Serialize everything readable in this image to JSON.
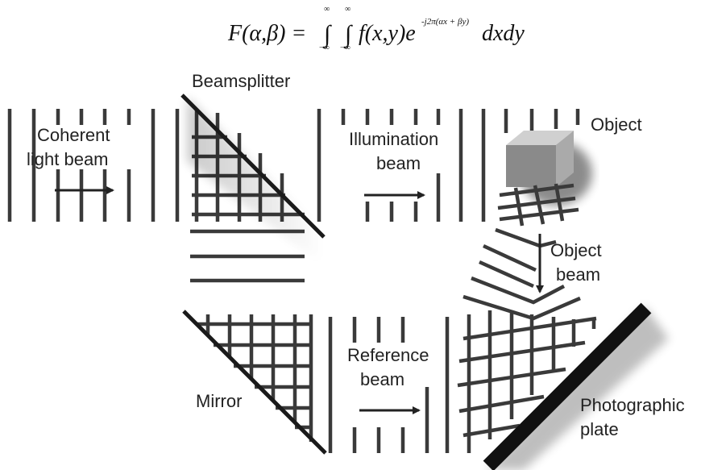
{
  "equation": {
    "lhs": "F(α,β) =",
    "int_upper": "∞",
    "int_lower": "−∞",
    "integrand": "f(x,y)e",
    "exponent": "-j2π(αx + βy)",
    "differential": "dxdy"
  },
  "labels": {
    "beamsplitter": "Beamsplitter",
    "coherent_1": "Coherent",
    "coherent_2": "light beam",
    "illumination_1": "Illumination",
    "illumination_2": "beam",
    "object": "Object",
    "object_beam_1": "Object",
    "object_beam_2": "beam",
    "reference_1": "Reference",
    "reference_2": "beam",
    "mirror": "Mirror",
    "plate_1": "Photographic",
    "plate_2": "plate"
  },
  "colors": {
    "wavefront": "#3a3a3a",
    "arrow": "#222222",
    "plate": "#111111",
    "cube_top": "#d0d0d0",
    "cube_front": "#8a8a8a",
    "cube_side": "#aaaaaa"
  }
}
